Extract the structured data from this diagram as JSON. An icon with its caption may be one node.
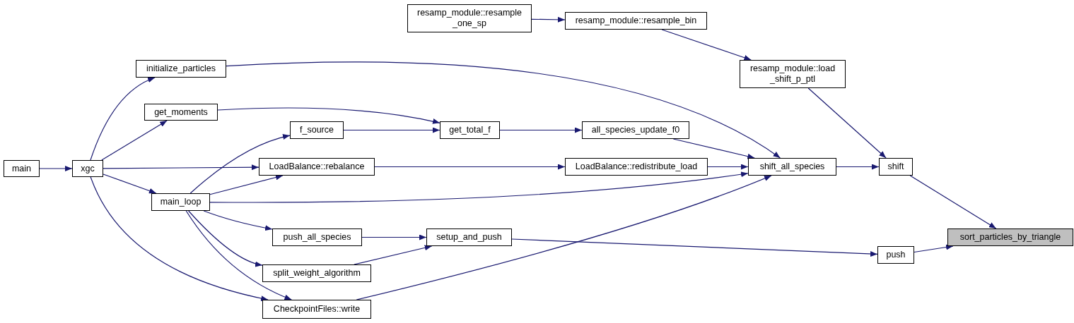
{
  "diagram": {
    "nodes": [
      {
        "text": [
          "main"
        ]
      },
      {
        "text": [
          "xgc"
        ]
      },
      {
        "text": [
          "initialize_particles"
        ]
      },
      {
        "text": [
          "get_moments"
        ]
      },
      {
        "text": [
          "main_loop"
        ]
      },
      {
        "text": [
          "resamp_module::resample _one_sp"
        ]
      },
      {
        "text": [
          "f_source"
        ]
      },
      {
        "text": [
          "LoadBalance::rebalance"
        ]
      },
      {
        "text": [
          "push_all_species"
        ]
      },
      {
        "text": [
          "split_weight_algorithm"
        ]
      },
      {
        "text": [
          "CheckpointFiles::write"
        ]
      },
      {
        "text": [
          "get_total_f"
        ]
      },
      {
        "text": [
          "setup_and_push"
        ]
      },
      {
        "text": [
          "resamp_module::resample_bin"
        ]
      },
      {
        "text": [
          "all_species_update_f0"
        ]
      },
      {
        "text": [
          "LoadBalance::redistribute_load"
        ]
      },
      {
        "text": [
          "resamp_module::load _shift_p_ptl"
        ]
      },
      {
        "text": [
          "shift_all_species"
        ]
      },
      {
        "text": [
          "shift"
        ]
      },
      {
        "text": [
          "push"
        ]
      },
      {
        "text": [
          "sort_particles_by_triangle"
        ]
      }
    ],
    "edges": [
      {
        "from": 0,
        "to": 1,
        "arrow": "to"
      },
      {
        "from": 1,
        "to": 2,
        "arrow": "to"
      },
      {
        "from": 1,
        "to": 3,
        "arrow": "to"
      },
      {
        "from": 1,
        "to": 7,
        "arrow": "to"
      },
      {
        "from": 1,
        "to": 4,
        "arrow": "to"
      },
      {
        "from": 1,
        "to": 10,
        "arrow": "to"
      },
      {
        "from": 4,
        "to": 6,
        "arrow": "to"
      },
      {
        "from": 4,
        "to": 7,
        "arrow": "to"
      },
      {
        "from": 4,
        "to": 17,
        "arrow": "to"
      },
      {
        "from": 4,
        "to": 8,
        "arrow": "to"
      },
      {
        "from": 4,
        "to": 9,
        "arrow": "to"
      },
      {
        "from": 4,
        "to": 10,
        "arrow": "to"
      },
      {
        "from": 5,
        "to": 13,
        "arrow": "to"
      },
      {
        "from": 13,
        "to": 16,
        "arrow": "to"
      },
      {
        "from": 2,
        "to": 17,
        "arrow": "to"
      },
      {
        "from": 3,
        "to": 11,
        "arrow": "to"
      },
      {
        "from": 6,
        "to": 11,
        "arrow": "to"
      },
      {
        "from": 11,
        "to": 14,
        "arrow": "to"
      },
      {
        "from": 7,
        "to": 15,
        "arrow": "to"
      },
      {
        "from": 8,
        "to": 12,
        "arrow": "to"
      },
      {
        "from": 9,
        "to": 12,
        "arrow": "to"
      },
      {
        "from": 12,
        "to": 19,
        "arrow": "to"
      },
      {
        "from": 10,
        "to": 17,
        "arrow": "to"
      },
      {
        "from": 14,
        "to": 17,
        "arrow": "to"
      },
      {
        "from": 15,
        "to": 17,
        "arrow": "to"
      },
      {
        "from": 16,
        "to": 18,
        "arrow": "to"
      },
      {
        "from": 17,
        "to": 18,
        "arrow": "to"
      },
      {
        "from": 18,
        "to": 20,
        "arrow": "to"
      },
      {
        "from": 19,
        "to": 20,
        "arrow": "to"
      }
    ]
  }
}
